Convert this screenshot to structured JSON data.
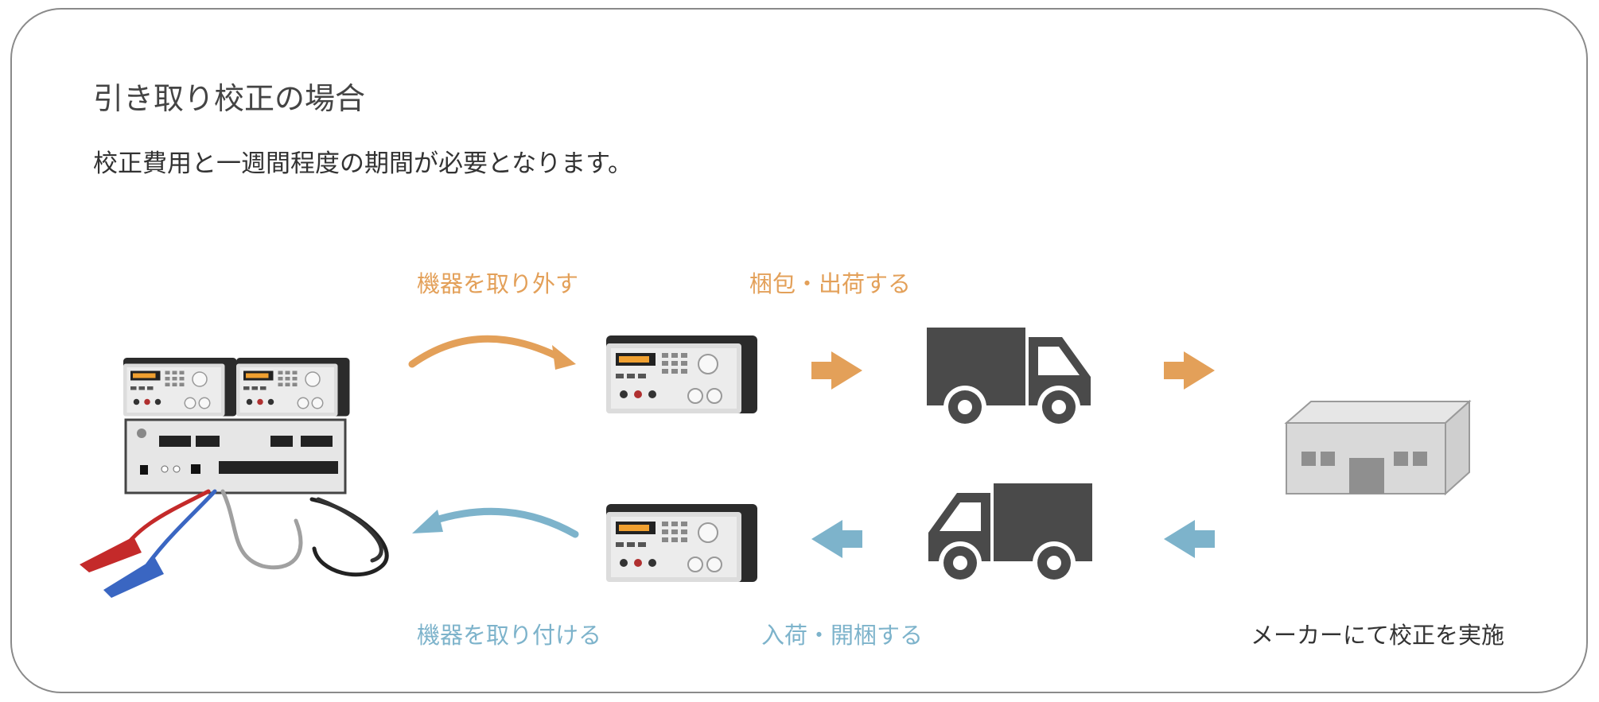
{
  "heading": {
    "title": "引き取り校正の場合",
    "subtitle": "校正費用と一週間程度の期間が必要となります。"
  },
  "steps": {
    "remove": "機器を取り外す",
    "pack_ship": "梱包・出荷する",
    "install": "機器を取り付ける",
    "receive_unpack": "入荷・開梱する",
    "maker_calibration": "メーカーにて校正を実施"
  },
  "icons": {
    "test_rig": "instrument-test-rig-icon",
    "instrument": "electronic-load-instrument-icon",
    "truck": "delivery-truck-icon",
    "factory": "manufacturer-factory-icon",
    "arrow": "arrow-icon"
  },
  "colors": {
    "outbound": "#E3A059",
    "return": "#7DB3CB",
    "truck": "#4A4A4A",
    "factory": "#D6D6D6",
    "border": "#8A8A8A"
  }
}
